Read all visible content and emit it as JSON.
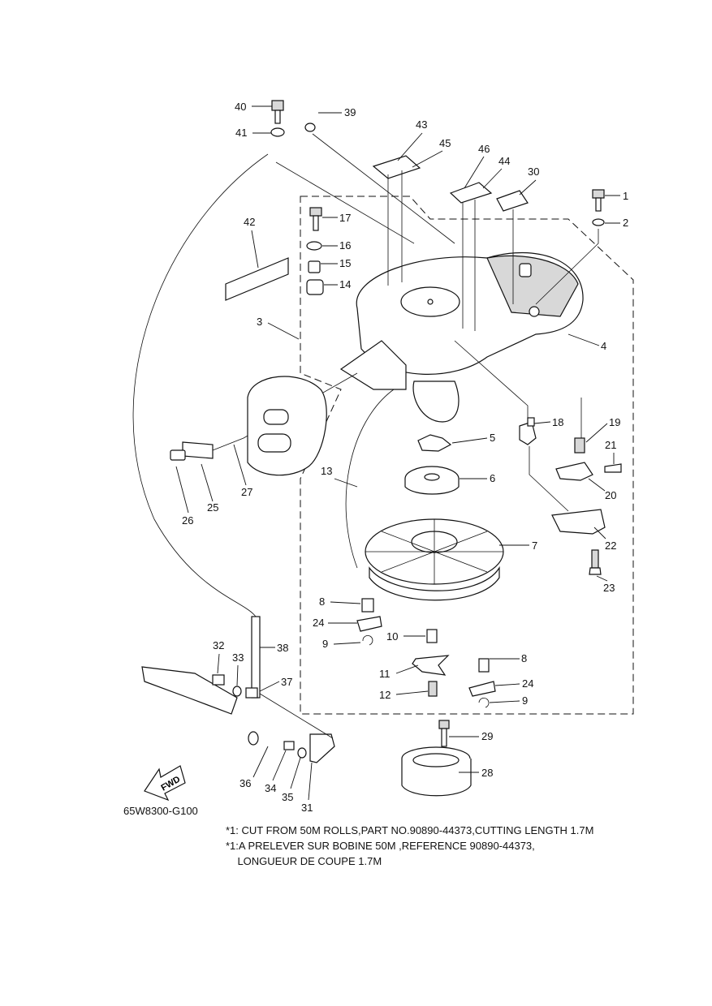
{
  "diagram": {
    "drawing_code": "65W8300-G100",
    "fwd_label": "FWD",
    "notes": [
      "*1: CUT FROM 50M ROLLS,PART NO.90890-44373,CUTTING LENGTH 1.7M",
      "*1:A PRELEVER SUR BOBINE 50M ,REFERENCE 90890-44373,",
      "    LONGUEUR DE COUPE 1.7M"
    ],
    "callouts": [
      "1",
      "2",
      "3",
      "4",
      "5",
      "6",
      "7",
      "8",
      "8",
      "9",
      "9",
      "10",
      "11",
      "12",
      "13",
      "14",
      "15",
      "16",
      "17",
      "18",
      "19",
      "20",
      "21",
      "22",
      "23",
      "24",
      "24",
      "25",
      "26",
      "27",
      "28",
      "29",
      "30",
      "31",
      "32",
      "33",
      "34",
      "35",
      "36",
      "37",
      "38",
      "39",
      "40",
      "41",
      "42",
      "43",
      "44",
      "45",
      "46"
    ]
  }
}
